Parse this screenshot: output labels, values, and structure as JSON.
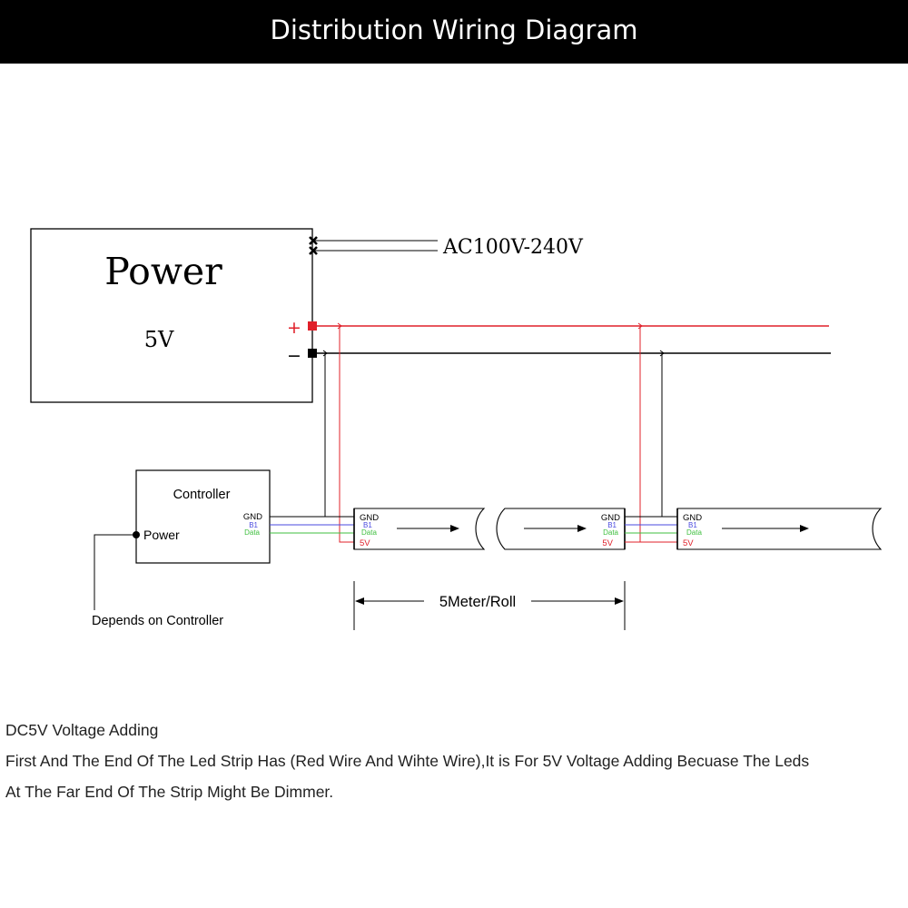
{
  "header": {
    "title": "Distribution Wiring Diagram"
  },
  "power_supply": {
    "label": "Power",
    "voltage": "5V",
    "plus_sign": "+",
    "minus_sign": "−"
  },
  "ac_input": {
    "label": "AC100V-240V"
  },
  "controller": {
    "label": "Controller",
    "power_label": "Power",
    "port_gnd": "GND",
    "port_b1": "B1",
    "port_data": "Data"
  },
  "strip_ports": {
    "gnd": "GND",
    "b1": "B1",
    "data": "Data",
    "v5": "5V"
  },
  "dimension": {
    "label": "5Meter/Roll"
  },
  "power_note": {
    "label": "Depends on Controller"
  },
  "notes": {
    "line1": "DC5V Voltage Adding",
    "line2": "First And The End Of The Led Strip Has (Red Wire And Wihte Wire),It is For 5V Voltage Adding Becuase The Leds",
    "line3": "At The Far End Of The Strip Might Be Dimmer."
  },
  "colors": {
    "positive_wire": "#e0202a",
    "negative_wire": "#000000",
    "b1_wire": "#4a4adf",
    "data_wire": "#3fbf3f"
  }
}
